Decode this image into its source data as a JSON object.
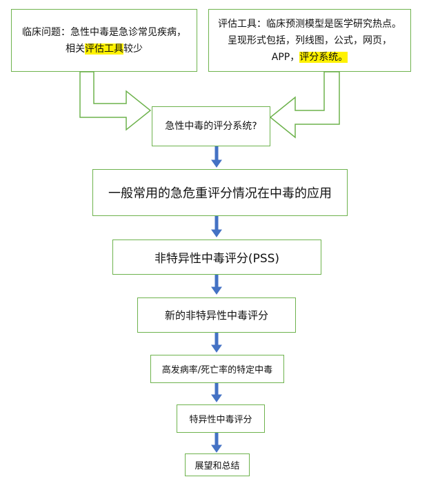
{
  "diagram": {
    "box_problem": {
      "line1": "临床问题：急性中毒是急诊常见疾病，",
      "line2_pre": "相关",
      "line2_hl": "评估工具",
      "line2_post": "较少"
    },
    "box_tools": {
      "line1": "评估工具：临床预测模型是医学研究热点。",
      "line2": "呈现形式包括，列线图，公式，网页，",
      "line3_pre": "APP，",
      "line3_hl": "评分系统。"
    },
    "box_question": "急性中毒的评分系统?",
    "box_general": "一般常用的急危重评分情况在中毒的应用",
    "box_pss": "非特异性中毒评分(PSS)",
    "box_new": "新的非特异性中毒评分",
    "box_high": "高发病率/死亡率的特定中毒",
    "box_specific": "特异性中毒评分",
    "box_summary": "展望和总结"
  },
  "colors": {
    "box_border": "#6db24c",
    "arrow": "#4472c4",
    "highlight": "#fff200"
  }
}
